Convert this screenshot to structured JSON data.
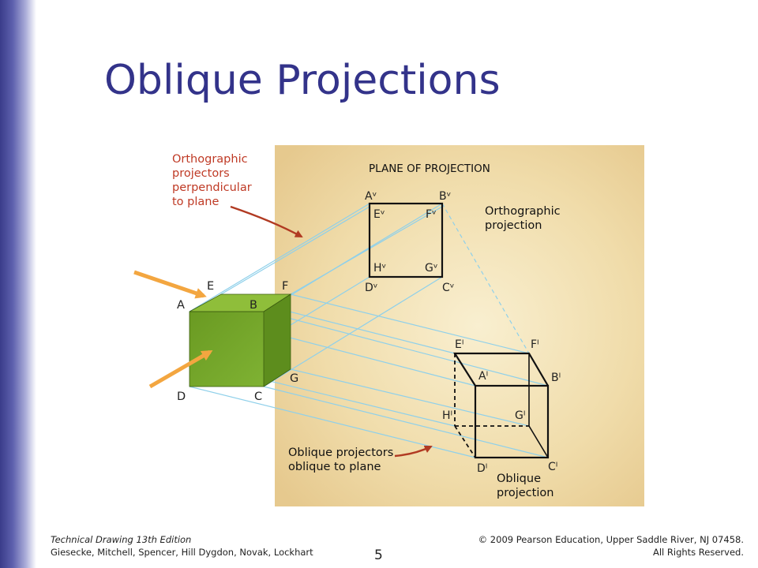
{
  "title": "Oblique Projections",
  "diagram": {
    "plane_label": "PLANE OF PROJECTION",
    "ortho_projectors_note": [
      "Orthographic",
      "projectors",
      "perpendicular",
      "to plane"
    ],
    "ortho_projection_note": [
      "Orthographic",
      "projection"
    ],
    "oblique_projectors_note": [
      "Oblique projectors",
      "oblique to plane"
    ],
    "oblique_projection_note": [
      "Oblique",
      "projection"
    ],
    "cube_labels": {
      "A": "A",
      "B": "B",
      "C": "C",
      "D": "D",
      "E": "E",
      "F": "F",
      "G": "G"
    },
    "ortho_labels": {
      "Av": "Aᵛ",
      "Bv": "Bᵛ",
      "Ev": "Eᵛ",
      "Fv": "Fᵛ",
      "Hv": "Hᵛ",
      "Gv": "Gᵛ",
      "Dv": "Dᵛ",
      "Cv": "Cᵛ"
    },
    "oblique_labels": {
      "Eo": "Eᴵ",
      "Fo": "Fᴵ",
      "Ao": "Aᴵ",
      "Bo": "Bᴵ",
      "Ho": "Hᴵ",
      "Go": "Gᴵ",
      "Do": "Dᴵ",
      "Co": "Cᴵ"
    }
  },
  "footer": {
    "book_title": "Technical Drawing  13th Edition",
    "authors": "Giesecke, Mitchell, Spencer, Hill Dygdon, Novak, Lockhart",
    "copyright": "© 2009 Pearson Education, Upper Saddle River, NJ 07458.",
    "rights": "All Rights Reserved.",
    "page_number": "5"
  },
  "colors": {
    "title": "#33338a",
    "plane": "#efd9a6",
    "cube_front": "#6fa227",
    "cube_top": "#8fbe3a",
    "projector": "#8fd0ea",
    "arrow_red": "#b13a22",
    "arrow_orange": "#f3a640"
  }
}
